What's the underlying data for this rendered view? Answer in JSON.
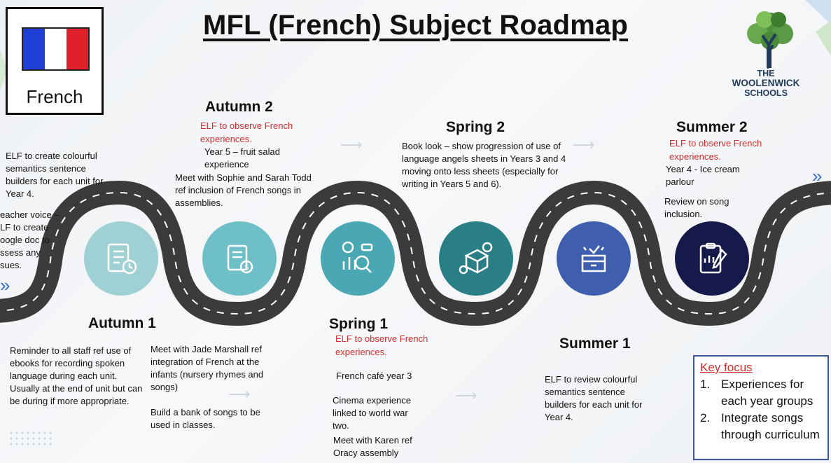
{
  "title": "MFL (French) Subject Roadmap",
  "flag_label": "French",
  "logo": {
    "line1": "THE",
    "line2": "WOOLENWICK",
    "line3": "SCHOOLS"
  },
  "colors": {
    "flag_blue": "#1f3fd6",
    "flag_white": "#ffffff",
    "flag_red": "#e0202a",
    "road": "#3b3b3b",
    "highlight": "#d32f2f",
    "circle1": "#9fd0d4",
    "circle2": "#6fbfc8",
    "circle3": "#4aa8b4",
    "circle4": "#2a7f86",
    "circle5": "#3f5fae",
    "circle6": "#161a4a"
  },
  "left_cut": {
    "text1": "ELF to create colourful semantics sentence builders for each unit for Year 4.",
    "text2_l1": "eacher voice –",
    "text2_l2": "LF to create",
    "text2_l3": "oogle doc to",
    "text2_l4": "ssess any",
    "text2_l5": "sues."
  },
  "autumn2": {
    "heading": "Autumn 2",
    "red": "ELF to observe French experiences.",
    "text1": "Year 5 – fruit salad experience",
    "text2": "Meet with Sophie and Sarah Todd ref inclusion of French songs in assemblies."
  },
  "spring2": {
    "heading": "Spring 2",
    "text": "Book look – show progression of use of language angels sheets in Years 3 and 4 moving onto less sheets (especially for writing in Years 5 and 6)."
  },
  "summer2": {
    "heading": "Summer 2",
    "red": "ELF to observe French experiences.",
    "text1": "Year 4 - Ice cream parlour",
    "text2": "Review on song inclusion."
  },
  "autumn1": {
    "heading": "Autumn 1",
    "text1": "Reminder to all staff ref use of ebooks for recording spoken language during each unit. Usually at the end of unit but can be during if more appropriate.",
    "text2": "Meet with Jade Marshall ref integration of French at the infants (nursery rhymes and songs)",
    "text3": "Build a bank of songs to be used in classes."
  },
  "spring1": {
    "heading": "Spring 1",
    "red": "ELF to observe French experiences.",
    "text1": "French café year 3",
    "text2": "Cinema experience linked to world war two.",
    "text3": "Meet with Karen ref Oracy assembly"
  },
  "summer1": {
    "heading": "Summer 1",
    "text": "ELF to review colourful semantics sentence builders for each unit for Year 4."
  },
  "key_focus": {
    "title": "Key focus",
    "items": [
      {
        "num": "1.",
        "text": "Experiences for each year groups"
      },
      {
        "num": "2.",
        "text": "Integrate songs through curriculum"
      }
    ]
  },
  "icons": [
    "checklist-clock-icon",
    "scroll-coins-icon",
    "finance-analysis-icon",
    "box-gear-bulb-icon",
    "gift-box-icon",
    "clipboard-chart-icon"
  ]
}
